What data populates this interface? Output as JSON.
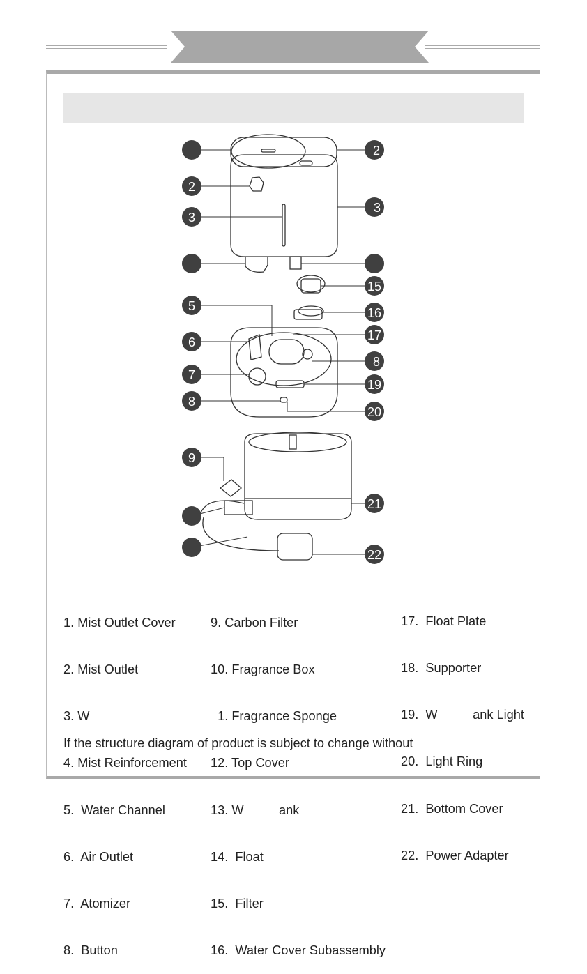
{
  "callouts": {
    "c2a": "2",
    "c2b": "2",
    "c3a": "3",
    "c3b": "3",
    "c5": "5",
    "c6": "6",
    "c7": "7",
    "c8a": "8",
    "c8b": "8",
    "c9": "9",
    "c15": "15",
    "c16": "16",
    "c17": "17",
    "c19": "19",
    "c20": "20",
    "c21": "21",
    "c22": "22"
  },
  "legend": {
    "col1": [
      "1. Mist Outlet Cover",
      "2. Mist Outlet",
      "3. W",
      "4. Mist Reinforcement",
      "5.  Water Channel",
      "6.  Air Outlet",
      "7.  Atomizer",
      "8.  Button"
    ],
    "col2": [
      "9. Carbon Filter",
      "10. Fragrance Box",
      "  1. Fragrance Sponge",
      "12. Top Cover",
      "13. W          ank",
      "14.  Float",
      "15.  Filter",
      "16.  Water Cover Subassembly"
    ],
    "col3": [
      "17.  Float Plate",
      "18.  Supporter",
      "19.  W          ank Light",
      "20.  Light Ring",
      "21.  Bottom Cover",
      "22.  Power Adapter"
    ]
  },
  "note": "If the structure diagram of product is subject to change without"
}
